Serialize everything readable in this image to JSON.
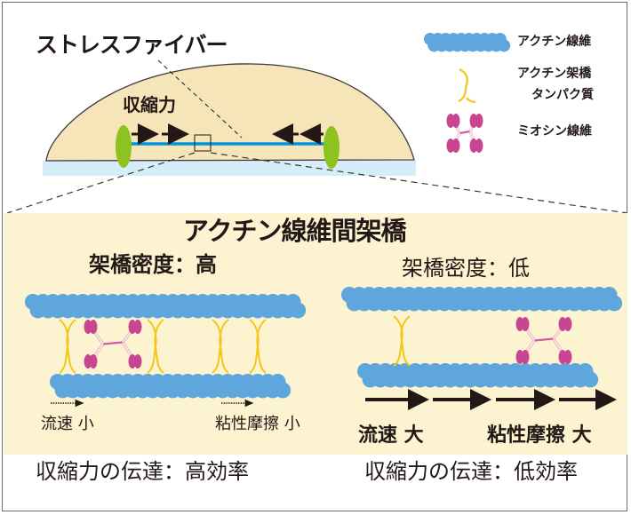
{
  "colors": {
    "cell_fill": "#f7e5ba",
    "substrate": "#d6ecf8",
    "focal_adhesion": "#8dc21f",
    "stress_fiber": "#0095d9",
    "detail_panel_bg": "#fcf3d1",
    "actin": "#5ea6dc",
    "crosslinker": "#f5c518",
    "myosin_head": "#c8468f",
    "myosin_tail": "#d25ba4",
    "text": "#231815"
  },
  "top": {
    "stress_fiber_label": "ストレスファイバー",
    "contractile_force_label": "収縮力"
  },
  "legend": {
    "items": [
      {
        "icon": "actin-filament-icon",
        "label": "アクチン線維"
      },
      {
        "icon": "crosslinker-protein-icon",
        "label_line1": "アクチン架橋",
        "label_line2": "タンパク質"
      },
      {
        "icon": "myosin-filament-icon",
        "label": "ミオシン線維"
      }
    ]
  },
  "detail": {
    "title": "アクチン線維間架橋",
    "left": {
      "density_label": "架橋密度：高",
      "flow_label": "流速 小",
      "friction_label": "粘性摩擦 小",
      "efficiency_label": "収縮力の伝達：高効率"
    },
    "right": {
      "density_label": "架橋密度：低",
      "flow_label": "流速 大",
      "friction_label": "粘性摩擦 大",
      "efficiency_label": "収縮力の伝達：低効率"
    }
  }
}
